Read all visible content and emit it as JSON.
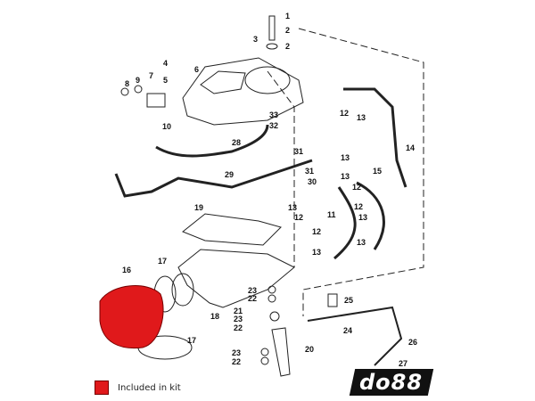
{
  "diagram": {
    "part_numbers": [
      "1",
      "2",
      "3",
      "2",
      "4",
      "5",
      "6",
      "7",
      "8",
      "9",
      "10",
      "33",
      "32",
      "12",
      "13",
      "14",
      "28",
      "31",
      "29",
      "31",
      "30",
      "13",
      "13",
      "15",
      "12",
      "13",
      "12",
      "11",
      "12",
      "13",
      "19",
      "12",
      "13",
      "13",
      "16",
      "17",
      "23",
      "22",
      "18",
      "25",
      "21",
      "23",
      "22",
      "24",
      "17",
      "26",
      "20",
      "23",
      "22",
      "27"
    ],
    "highlight_color": "#e0191b",
    "highlighted_part": "16"
  },
  "legend": {
    "label": "Included in kit",
    "color": "#e0191b"
  },
  "logo": {
    "text": "do88"
  }
}
